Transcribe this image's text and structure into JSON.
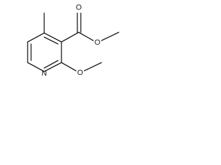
{
  "molecule": {
    "atoms": {
      "ring_nitrogen": "N",
      "ester_carbonyl_oxygen": "O",
      "ester_ether_oxygen": "O",
      "methoxy_oxygen": "O"
    }
  },
  "colors": {
    "ink": "#1a1a1a",
    "background": "#ffffff"
  }
}
